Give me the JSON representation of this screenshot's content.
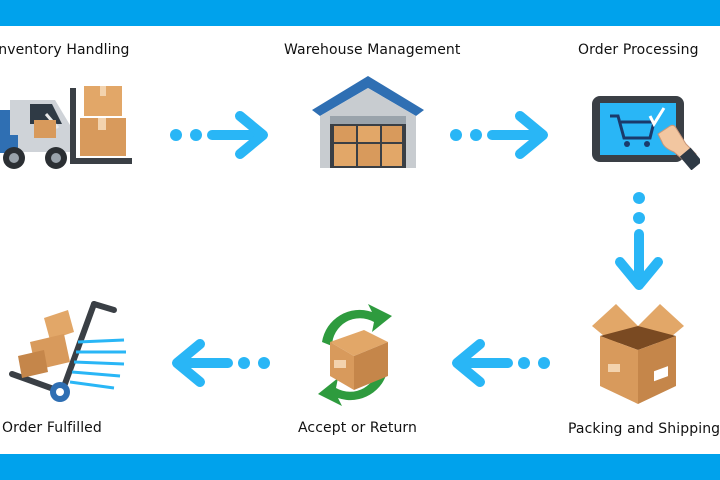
{
  "colors": {
    "banner": "#00a2ec",
    "arrow": "#29b6f6",
    "box": "#d89a5c",
    "truck": "#2f6fb3",
    "recycle": "#2e9b3e"
  },
  "steps": [
    {
      "label": "Inventory Handling",
      "icon": "forklift-icon"
    },
    {
      "label": "Warehouse Management",
      "icon": "warehouse-icon"
    },
    {
      "label": "Order Processing",
      "icon": "tablet-cart-icon"
    },
    {
      "label": "Packing and Shipping",
      "icon": "open-box-icon"
    },
    {
      "label": "Accept or Return",
      "icon": "recycle-box-icon"
    },
    {
      "label": "Order Fulfilled",
      "icon": "hand-truck-icon"
    }
  ]
}
